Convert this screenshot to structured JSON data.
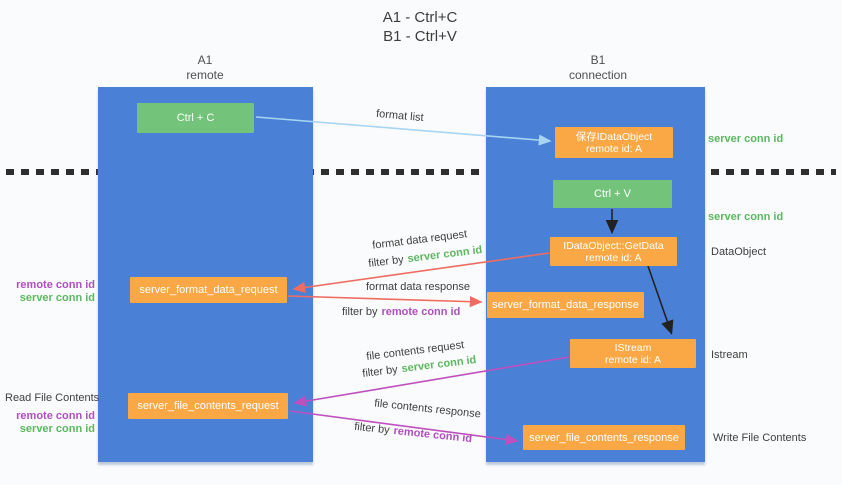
{
  "title": {
    "line1": "A1 - Ctrl+C",
    "line2": "B1 - Ctrl+V"
  },
  "columns": {
    "a1": {
      "name": "A1",
      "subtitle": "remote"
    },
    "b1": {
      "name": "B1",
      "subtitle": "connection"
    }
  },
  "nodes": {
    "ctrl_c": {
      "label": "Ctrl + C"
    },
    "save_idataobject": {
      "line1": "保存IDataObject",
      "line2": "remote id: A"
    },
    "ctrl_v": {
      "label": "Ctrl + V"
    },
    "getdata": {
      "line1": "IDataObject::GetData",
      "line2": "remote id: A"
    },
    "server_format_data_request": {
      "label": "server_format_data_request"
    },
    "server_format_data_response": {
      "label": "server_format_data_response"
    },
    "istream": {
      "line1": "IStream",
      "line2": "remote id: A"
    },
    "server_file_contents_request": {
      "label": "server_file_contents_request"
    },
    "server_file_contents_response": {
      "label": "server_file_contents_response"
    }
  },
  "labels": {
    "format_list": "format list",
    "format_data_request": "format data request",
    "format_data_response": "format data response",
    "file_contents_request": "file contents request",
    "file_contents_response": "file contents response",
    "filter_by": "filter by",
    "server_conn_id": "server conn id",
    "remote_conn_id": "remote conn id",
    "dataobject": "DataObject",
    "istream": "Istream",
    "read_file_contents": "Read File Contents",
    "write_file_contents": "Write File Contents"
  },
  "colors": {
    "lifeline_blue": "#4a81d6",
    "node_green": "#74c37b",
    "node_orange": "#f9a845",
    "arrow_salmon": "#ee6c62",
    "arrow_magenta": "#bf4fbf",
    "arrow_lightblue": "#a7d5f2",
    "arrow_black": "#222222",
    "text_green": "#5cb860",
    "text_purple": "#b04fc0"
  }
}
